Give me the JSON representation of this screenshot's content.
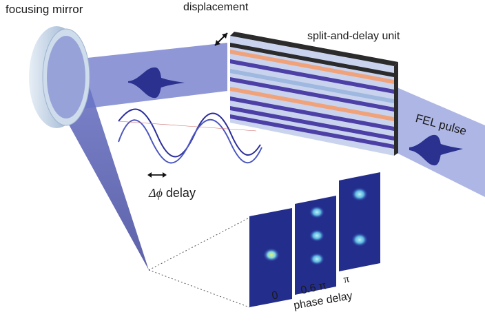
{
  "labels": {
    "focusing_mirror": "focusing mirror",
    "displacement": "displacement",
    "split_and_delay_unit": "split-and-delay unit",
    "fel_pulse": "FEL pulse",
    "delta_phi_symbol": "Δϕ",
    "delay_word": "delay",
    "phase_0": "0",
    "phase_06": "0.6 π",
    "phase_pi": "π",
    "phase_delay": "phase delay"
  },
  "panels": [
    {
      "phase": "0",
      "spots": 1
    },
    {
      "phase": "0.6 π",
      "spots": 3
    },
    {
      "phase": "π",
      "spots": 2
    }
  ],
  "colors": {
    "beam": "#6a74c8",
    "beam_light": "#a9b0e3",
    "mirror": "#b9cbe0",
    "wave": "#2a2d9b",
    "panel_bg": "#232d8c",
    "spot": "#7fd8e8",
    "plate_dark": "#2b2b2b",
    "plate_orange": "#f0a37a",
    "plate_blue": "#9fb8df",
    "plate_violet": "#4c3fa6"
  }
}
